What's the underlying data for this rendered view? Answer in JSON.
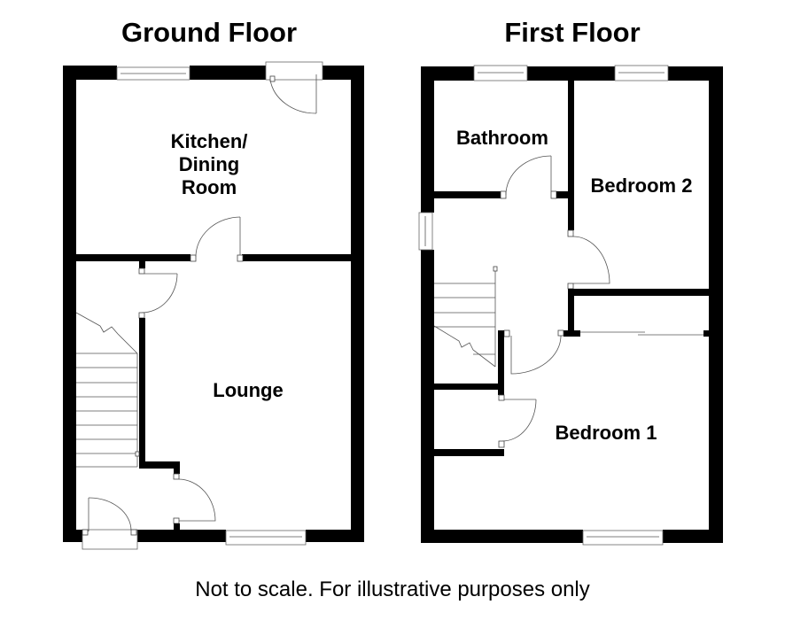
{
  "titles": {
    "ground": "Ground Floor",
    "first": "First Floor"
  },
  "rooms": {
    "kitchen": [
      "Kitchen/",
      "Dining",
      "Room"
    ],
    "lounge": "Lounge",
    "bathroom": "Bathroom",
    "bedroom2": "Bedroom 2",
    "bedroom1": "Bedroom 1"
  },
  "footer": "Not to scale. For illustrative purposes only",
  "colors": {
    "wall": "#000000",
    "background": "#ffffff"
  }
}
